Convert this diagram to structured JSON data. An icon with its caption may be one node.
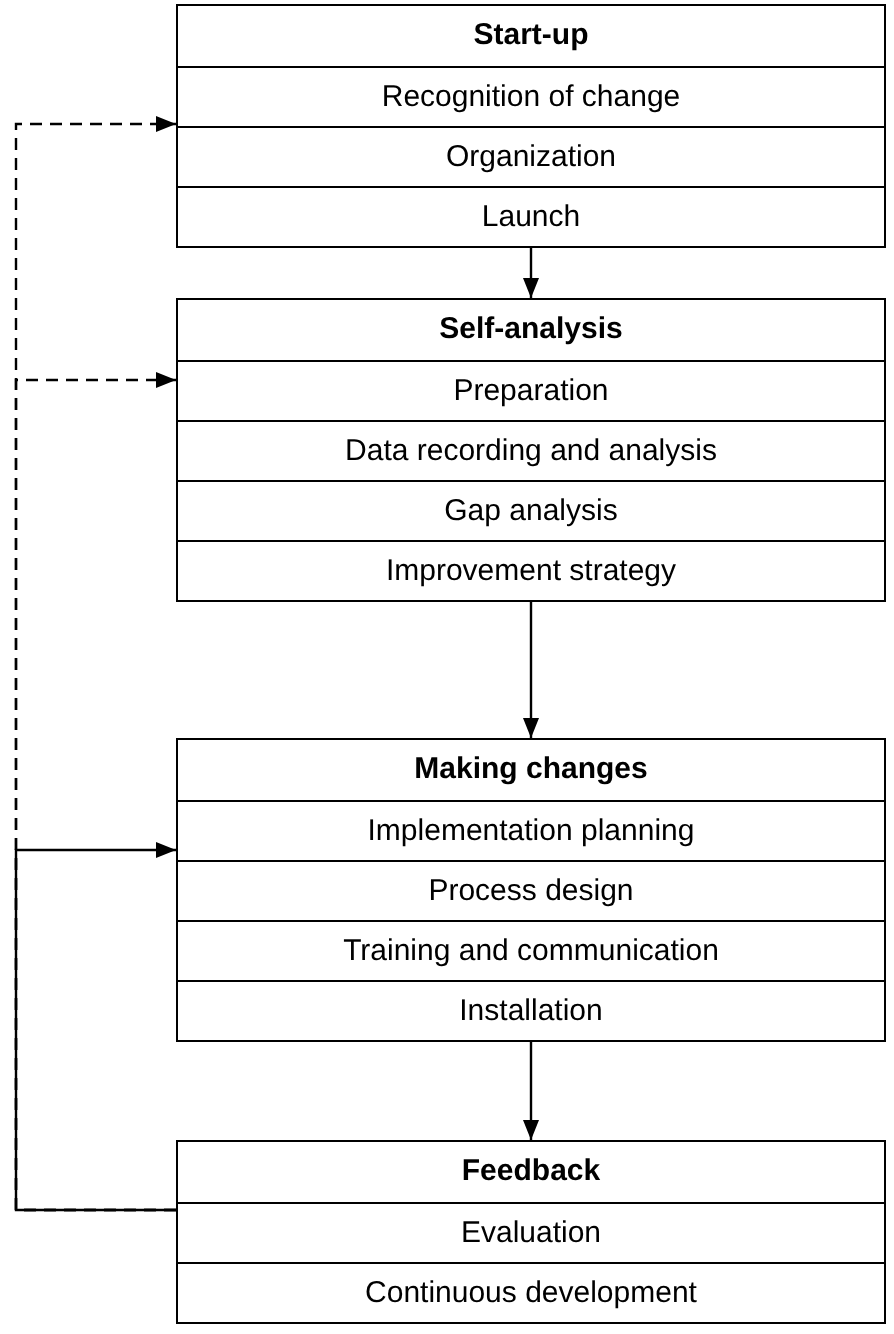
{
  "diagram": {
    "nodes": [
      {
        "text": [
          "Start-up"
        ]
      },
      {
        "text": [
          "Recognition of change"
        ],
        "in": 0
      },
      {
        "text": [
          "Organization"
        ],
        "in": 0
      },
      {
        "text": [
          "Launch"
        ],
        "in": 0
      },
      {
        "text": [
          "Self-analysis"
        ]
      },
      {
        "text": [
          "Preparation"
        ],
        "in": 4
      },
      {
        "text": [
          "Data recording and analysis"
        ],
        "in": 4
      },
      {
        "text": [
          "Gap analysis"
        ],
        "in": 4
      },
      {
        "text": [
          "Improvement strategy"
        ],
        "in": 4
      },
      {
        "text": [
          "Making changes"
        ]
      },
      {
        "text": [
          "Implementation planning"
        ],
        "in": 9
      },
      {
        "text": [
          "Process design"
        ],
        "in": 9
      },
      {
        "text": [
          "Training and communication"
        ],
        "in": 9
      },
      {
        "text": [
          "Installation"
        ],
        "in": 9
      },
      {
        "text": [
          "Feedback"
        ]
      },
      {
        "text": [
          "Evaluation"
        ],
        "in": 14
      },
      {
        "text": [
          "Continuous development"
        ],
        "in": 14
      }
    ],
    "edges": [
      {
        "from": 3,
        "to": 4,
        "arrow": "to"
      },
      {
        "from": 8,
        "to": 9,
        "arrow": "to"
      },
      {
        "from": 13,
        "to": 14,
        "arrow": "to"
      },
      {
        "from": 14,
        "to": 9,
        "arrow": "to"
      },
      {
        "from": 14,
        "to": 4,
        "arrow": "to",
        "style": "dashed"
      },
      {
        "from": 14,
        "to": 0,
        "arrow": "to",
        "style": "dashed"
      }
    ]
  }
}
